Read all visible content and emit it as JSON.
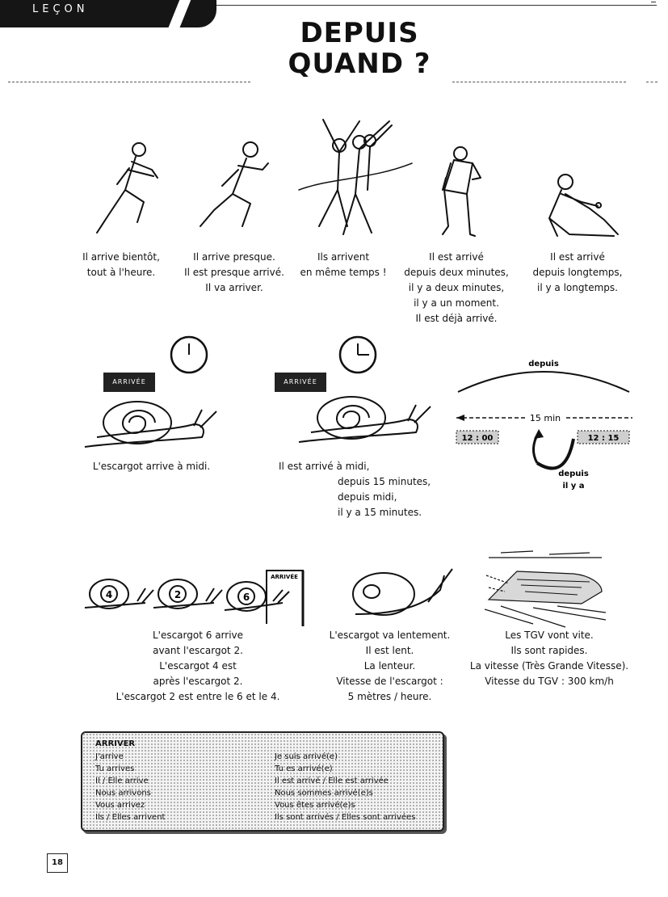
{
  "header": {
    "lesson_label": "LEÇON",
    "title_line1": "DEPUIS",
    "title_line2": "QUAND ?"
  },
  "runners": [
    {
      "lines": [
        "Il arrive bientôt,",
        "tout à l'heure."
      ],
      "icon": "running-man-icon"
    },
    {
      "lines": [
        "Il arrive presque.",
        "Il est presque arrivé.",
        "Il va arriver."
      ],
      "icon": "sprinting-man-icon"
    },
    {
      "lines": [
        "Ils arrivent",
        "en même temps !"
      ],
      "icon": "runners-finish-line-icon"
    },
    {
      "lines": [
        "Il est arrivé",
        "depuis deux minutes,",
        "il y a deux minutes,",
        "il y a un moment.",
        "Il est déjà arrivé."
      ],
      "icon": "tired-runner-icon"
    },
    {
      "lines": [
        "Il est arrivé",
        "depuis longtemps,",
        "il y a longtemps."
      ],
      "icon": "sitting-runner-icon"
    }
  ],
  "snail_scene": {
    "sign1": "ARRIVÉE",
    "sign2": "ARRIVÉE",
    "caption1": "L'escargot arrive à midi.",
    "caption2_lines": [
      "Il est arrivé à midi,",
      "depuis 15 minutes,",
      "depuis midi,",
      "il y a 15 minutes."
    ]
  },
  "timeline": {
    "top_label": "depuis",
    "duration_label": "15 min",
    "start_time": "12 : 00",
    "end_time": "12 : 15",
    "bottom_label1": "depuis",
    "bottom_label2": "il y a"
  },
  "race": {
    "numbers": [
      "4",
      "2",
      "6"
    ],
    "finish_label": "ARRIVÉE",
    "lines": [
      "L'escargot 6 arrive",
      "avant l'escargot 2.",
      "L'escargot 4 est",
      "après l'escargot 2.",
      "L'escargot 2 est entre le 6 et le 4."
    ]
  },
  "slow": {
    "lines": [
      "L'escargot va lentement.",
      "Il est lent.",
      "La lenteur.",
      "Vitesse de l'escargot :",
      "5 mètres / heure."
    ]
  },
  "tgv": {
    "lines": [
      "Les TGV vont vite.",
      "Ils sont rapides.",
      "La vitesse (Très Grande Vitesse).",
      "Vitesse du TGV : 300 km/h"
    ]
  },
  "verb_box": {
    "heading": "ARRIVER",
    "present": [
      "J'arrive",
      "Tu arrives",
      "Il / Elle arrive",
      "Nous arrivons",
      "Vous arrivez",
      "Ils / Elles arrivent"
    ],
    "past": [
      "Je suis arrivé(e)",
      "Tu es arrivé(e)",
      "Il est arrivé / Elle est arrivée",
      "Nous sommes arrivé(e)s",
      "Vous êtes arrivé(e)s",
      "Ils sont arrivés / Elles sont arrivées"
    ]
  },
  "page_number": "18"
}
